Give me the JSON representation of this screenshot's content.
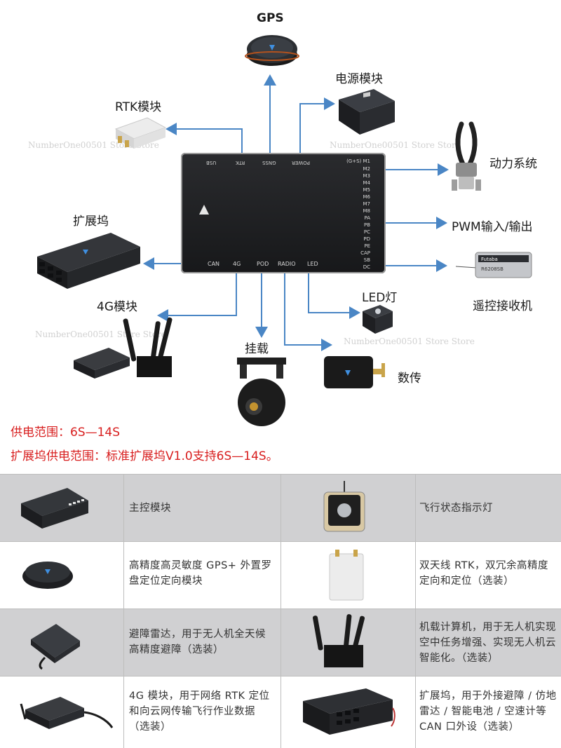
{
  "diagram": {
    "labels": {
      "gps": "GPS",
      "power_module": "电源模块",
      "rtk_module": "RTK模块",
      "power_system": "动力系统",
      "expansion_dock": "扩展坞",
      "pwm_io": "PWM输入/输出",
      "rc_receiver": "遥控接收机",
      "module_4g": "4G模块",
      "led_light": "LED灯",
      "gimbal": "挂载",
      "data_link": "数传"
    },
    "controller": {
      "top_ports": [
        "USB",
        "RTK",
        "GNSS",
        "POWER"
      ],
      "bottom_ports": [
        "CAN",
        "4G",
        "POD",
        "RADIO",
        "LED"
      ],
      "pins": [
        "(G+S) M1",
        "M2",
        "M3",
        "M4",
        "M5",
        "M6",
        "M7",
        "M8",
        "PA",
        "PB",
        "PC",
        "PD",
        "PE",
        "CAP",
        "SB",
        "DC"
      ]
    },
    "receiver_brand": "Futaba",
    "receiver_model": "R6208SB"
  },
  "specs": {
    "line1": "供电范围：6S—14S",
    "line2": "扩展坞供电范围：标准扩展坞V1.0支持6S—14S。"
  },
  "table": {
    "rows": [
      {
        "left_text": "主控模块",
        "left_icon": "flight-controller-icon",
        "right_text": "飞行状态指示灯",
        "right_icon": "status-light-icon"
      },
      {
        "left_text": "高精度高灵敏度 GPS+ 外置罗盘定位定向模块",
        "left_icon": "gps-puck-icon",
        "right_text": "双天线 RTK，双冗余高精度定向和定位（选装）",
        "right_icon": "rtk-board-icon"
      },
      {
        "left_text": "避障雷达，用于无人机全天候高精度避障（选装）",
        "left_icon": "radar-icon",
        "right_text": "机载计算机，用于无人机实现空中任务增强、实现无人机云智能化。（选装）",
        "right_icon": "onboard-computer-icon"
      },
      {
        "left_text": "4G 模块，用于网络 RTK 定位和向云网传输飞行作业数据（选装）",
        "left_icon": "module-4g-icon",
        "right_text": "扩展坞，用于外接避障 / 仿地雷达 / 智能电池 / 空速计等 CAN 口外设（选装）",
        "right_icon": "expansion-dock-icon"
      }
    ]
  },
  "watermark": "NumberOne00501 Store Store",
  "colors": {
    "arrow": "#4a86c5",
    "spec_red": "#d81e1e",
    "row_gray": "#d0d0d2"
  }
}
